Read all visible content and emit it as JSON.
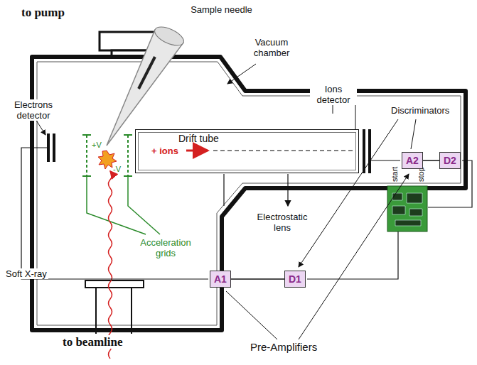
{
  "diagram": {
    "nodes": [
      {
        "text": [
          "Drift tube",
          "+ ions"
        ]
      },
      {
        "text": [
          "A1"
        ]
      },
      {
        "text": [
          "D1"
        ]
      },
      {
        "text": [
          "A2"
        ]
      },
      {
        "text": [
          "D2"
        ]
      }
    ],
    "edges": [
      {
        "from": 1,
        "to": 2,
        "arrow": "none"
      },
      {
        "from": 3,
        "to": 4,
        "arrow": "none"
      }
    ],
    "labels": [
      "to pump",
      "Sample needle",
      "Vacuum chamber",
      "Ions detector",
      "Electrons detector",
      "+V",
      "-V",
      "Discriminators",
      "Electrostatic lens",
      "start",
      "stop",
      "Acceleration grids",
      "Soft X-ray",
      "to beamline",
      "Pre-Amplifiers"
    ]
  }
}
